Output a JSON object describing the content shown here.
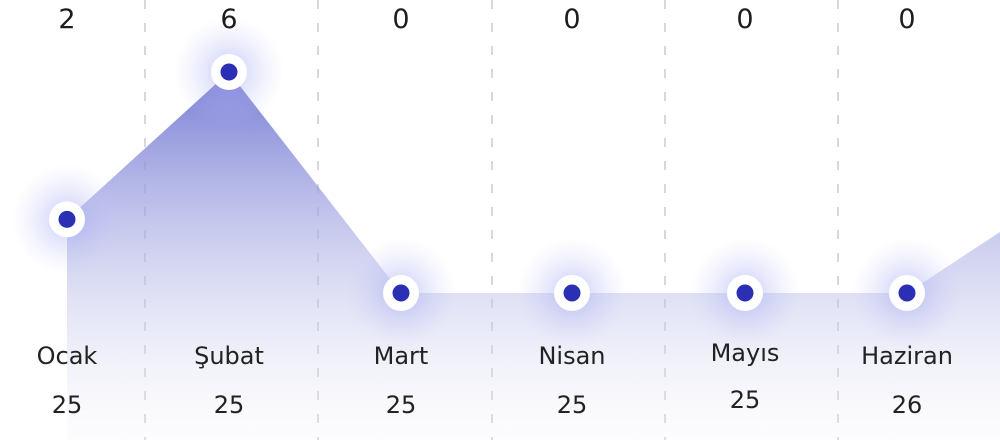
{
  "chart_data": {
    "type": "area",
    "categories": [
      "Ocak",
      "Şubat",
      "Mart",
      "Nisan",
      "Mayıs",
      "Haziran"
    ],
    "sublabels": [
      "25",
      "25",
      "25",
      "25",
      "25",
      "26"
    ],
    "values": [
      2,
      6,
      0,
      0,
      0,
      0
    ],
    "value_labels": [
      "2",
      "6",
      "0",
      "0",
      "0",
      "0"
    ],
    "highlight_index": 1,
    "ylim": [
      0,
      6
    ],
    "grid": "vertical-dashed"
  },
  "colors": {
    "line_fill": "#7b80d8",
    "point": "#2a2fb3",
    "highlight_text": "#e8202a",
    "text": "#1d1d1f",
    "grid": "#d8d8d8"
  }
}
